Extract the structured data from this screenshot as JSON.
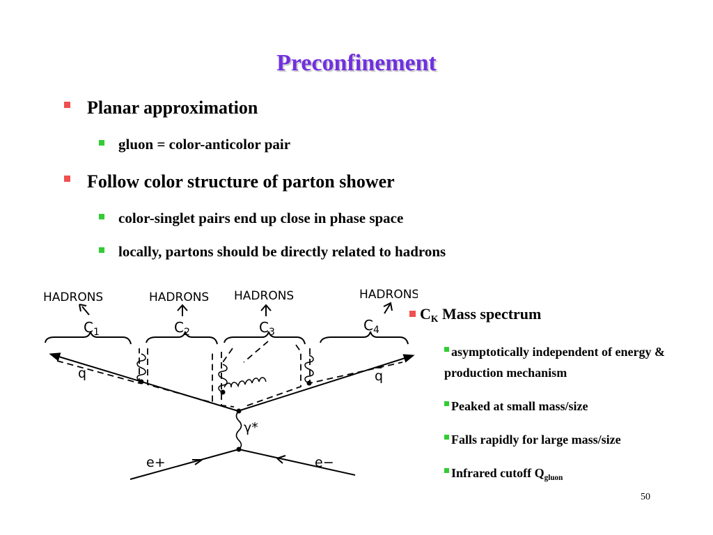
{
  "title": "Preconfinement",
  "bullets": [
    {
      "text": "Planar approximation",
      "sub": [
        "gluon = color-anticolor pair"
      ]
    },
    {
      "text": "Follow color structure of parton shower",
      "sub": [
        "color-singlet pairs end up close in phase space",
        "locally, partons should be directly related to hadrons"
      ]
    }
  ],
  "diagram": {
    "hadrons_label": "HADRONS",
    "clusters": [
      "C",
      "C",
      "C",
      "C"
    ],
    "cluster_subs": [
      "1",
      "2",
      "3",
      "4"
    ],
    "q_label": "q",
    "qbar_label": "q",
    "photon_label": "γ*",
    "eplus_label": "e+",
    "eminus_label": "e−"
  },
  "right_panel": {
    "heading_main": "C",
    "heading_sub": "K",
    "heading_rest": "Mass spectrum",
    "items": [
      "asymptotically independent of energy & production mechanism",
      "Peaked at small mass/size",
      "Falls rapidly for large mass/size"
    ],
    "cutoff_text": "Infrared cutoff Q",
    "cutoff_sub": "gluon"
  },
  "page_number": "50",
  "colors": {
    "title": "#7030e0",
    "bullet_l1": "#f05050",
    "bullet_l2": "#33cc33"
  }
}
